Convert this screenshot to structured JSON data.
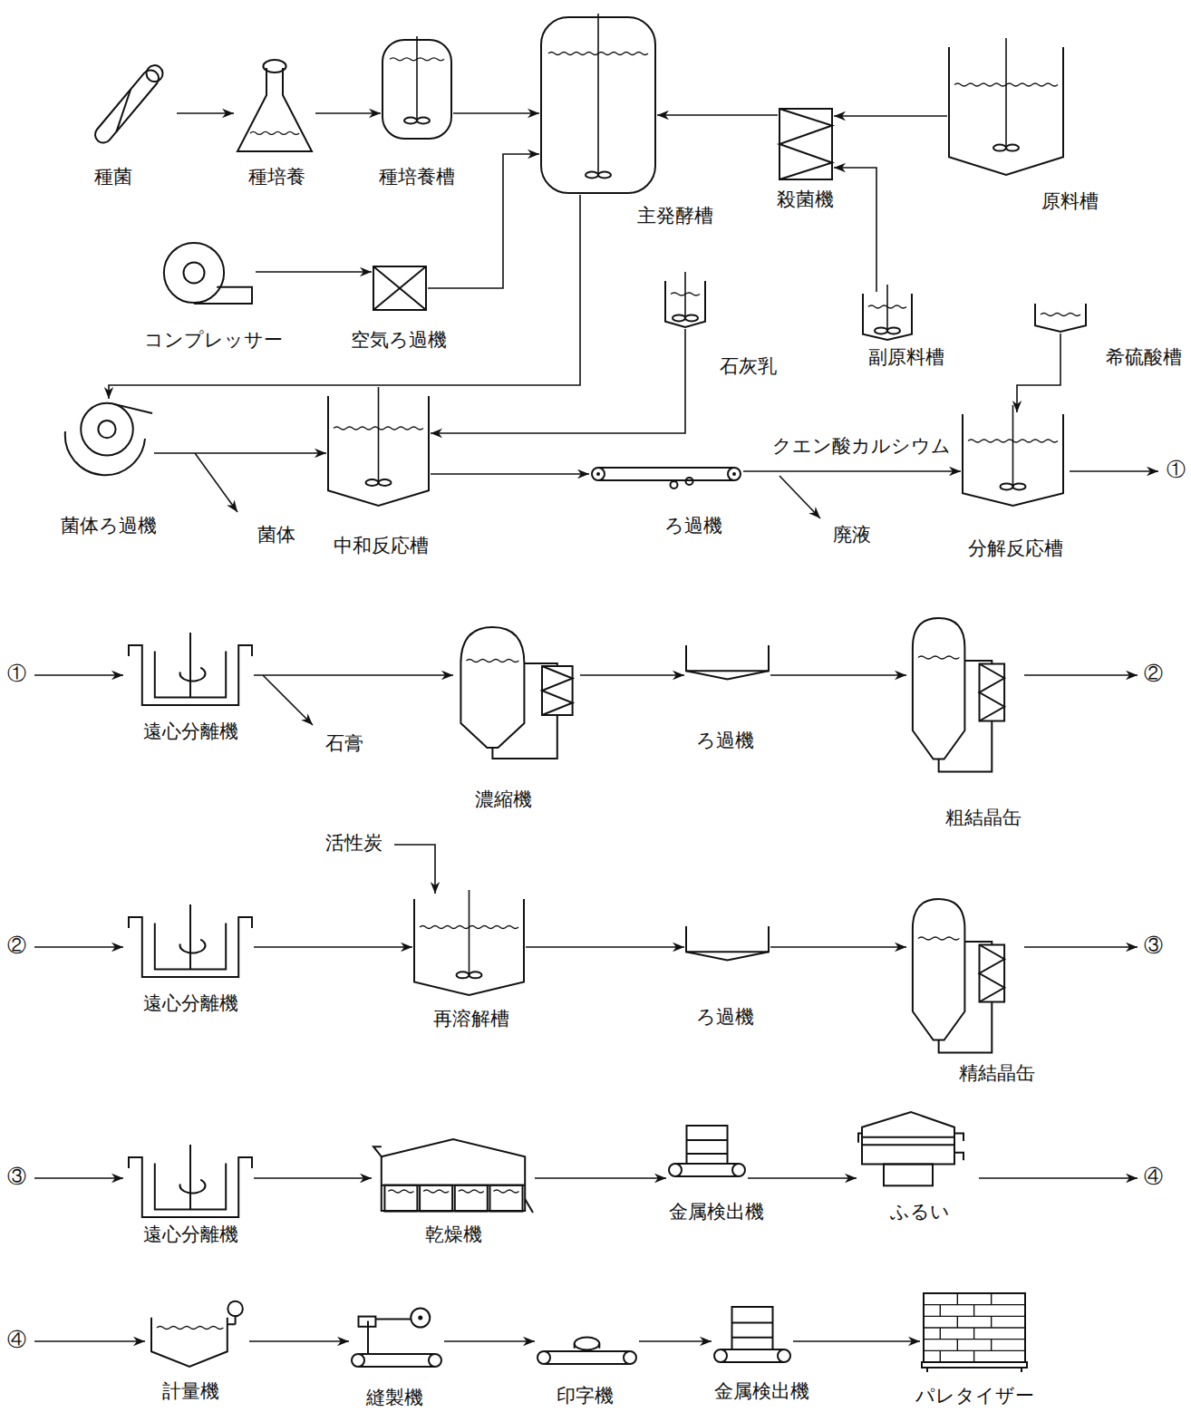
{
  "diagram": {
    "nodes": [
      {
        "text": [
          "種菌"
        ]
      },
      {
        "text": [
          "種培養"
        ]
      },
      {
        "text": [
          "種培養槽"
        ]
      },
      {
        "text": [
          "主発酵槽"
        ]
      },
      {
        "text": [
          "殺菌機"
        ]
      },
      {
        "text": [
          "原料槽"
        ]
      },
      {
        "text": [
          "コンプレッサー"
        ]
      },
      {
        "text": [
          "空気ろ過機"
        ]
      },
      {
        "text": [
          "副原料槽"
        ]
      },
      {
        "text": [
          "石灰乳"
        ]
      },
      {
        "text": [
          "希硫酸槽"
        ]
      },
      {
        "text": [
          "菌体ろ過機"
        ]
      },
      {
        "text": [
          "中和反応槽"
        ]
      },
      {
        "text": [
          "ろ過機"
        ]
      },
      {
        "text": [
          "分解反応槽"
        ]
      },
      {
        "text": [
          "遠心分離機"
        ]
      },
      {
        "text": [
          "濃縮機"
        ]
      },
      {
        "text": [
          "ろ過機"
        ]
      },
      {
        "text": [
          "粗結晶缶"
        ]
      },
      {
        "text": [
          "遠心分離機"
        ]
      },
      {
        "text": [
          "再溶解槽"
        ]
      },
      {
        "text": [
          "ろ過機"
        ]
      },
      {
        "text": [
          "精結晶缶"
        ]
      },
      {
        "text": [
          "遠心分離機"
        ]
      },
      {
        "text": [
          "乾燥機"
        ]
      },
      {
        "text": [
          "金属検出機"
        ]
      },
      {
        "text": [
          "ふるい"
        ]
      },
      {
        "text": [
          "計量機"
        ]
      },
      {
        "text": [
          "縫製機"
        ]
      },
      {
        "text": [
          "印字機"
        ]
      },
      {
        "text": [
          "金属検出機"
        ]
      },
      {
        "text": [
          "パレタイザー"
        ]
      }
    ],
    "edges": [
      {
        "from": 0,
        "to": 1,
        "arrow": "to"
      },
      {
        "from": 1,
        "to": 2,
        "arrow": "to"
      },
      {
        "from": 2,
        "to": 3,
        "arrow": "to"
      },
      {
        "from": 4,
        "to": 3,
        "arrow": "to"
      },
      {
        "from": 5,
        "to": 4,
        "arrow": "to"
      },
      {
        "from": 8,
        "to": 4,
        "arrow": "to"
      },
      {
        "from": 6,
        "to": 7,
        "arrow": "to"
      },
      {
        "from": 7,
        "to": 3,
        "arrow": "to"
      },
      {
        "from": 3,
        "to": 11,
        "arrow": "to"
      },
      {
        "from": 11,
        "to": 12,
        "arrow": "to"
      },
      {
        "from": 9,
        "to": 12,
        "arrow": "to"
      },
      {
        "from": 12,
        "to": 13,
        "arrow": "to"
      },
      {
        "from": 13,
        "to": 14,
        "label": "クエン酸カルシウム",
        "arrow": "to"
      },
      {
        "from": 10,
        "to": 14,
        "arrow": "to"
      },
      {
        "from": 15,
        "to": 16,
        "arrow": "to"
      },
      {
        "from": 16,
        "to": 17,
        "arrow": "to"
      },
      {
        "from": 17,
        "to": 18,
        "arrow": "to"
      },
      {
        "from": 19,
        "to": 20,
        "arrow": "to"
      },
      {
        "from": 20,
        "to": 21,
        "arrow": "to"
      },
      {
        "from": 21,
        "to": 22,
        "arrow": "to"
      },
      {
        "from": 23,
        "to": 24,
        "arrow": "to"
      },
      {
        "from": 24,
        "to": 25,
        "arrow": "to"
      },
      {
        "from": 25,
        "to": 26,
        "arrow": "to"
      },
      {
        "from": 27,
        "to": 28,
        "arrow": "to"
      },
      {
        "from": 28,
        "to": 29,
        "arrow": "to"
      },
      {
        "from": 29,
        "to": 30,
        "arrow": "to"
      },
      {
        "from": 30,
        "to": 31,
        "arrow": "to"
      }
    ],
    "labels": [
      "菌体",
      "廃液",
      "①",
      "①",
      "石膏",
      "②",
      "②",
      "活性炭",
      "③",
      "③",
      "④",
      "④"
    ]
  }
}
